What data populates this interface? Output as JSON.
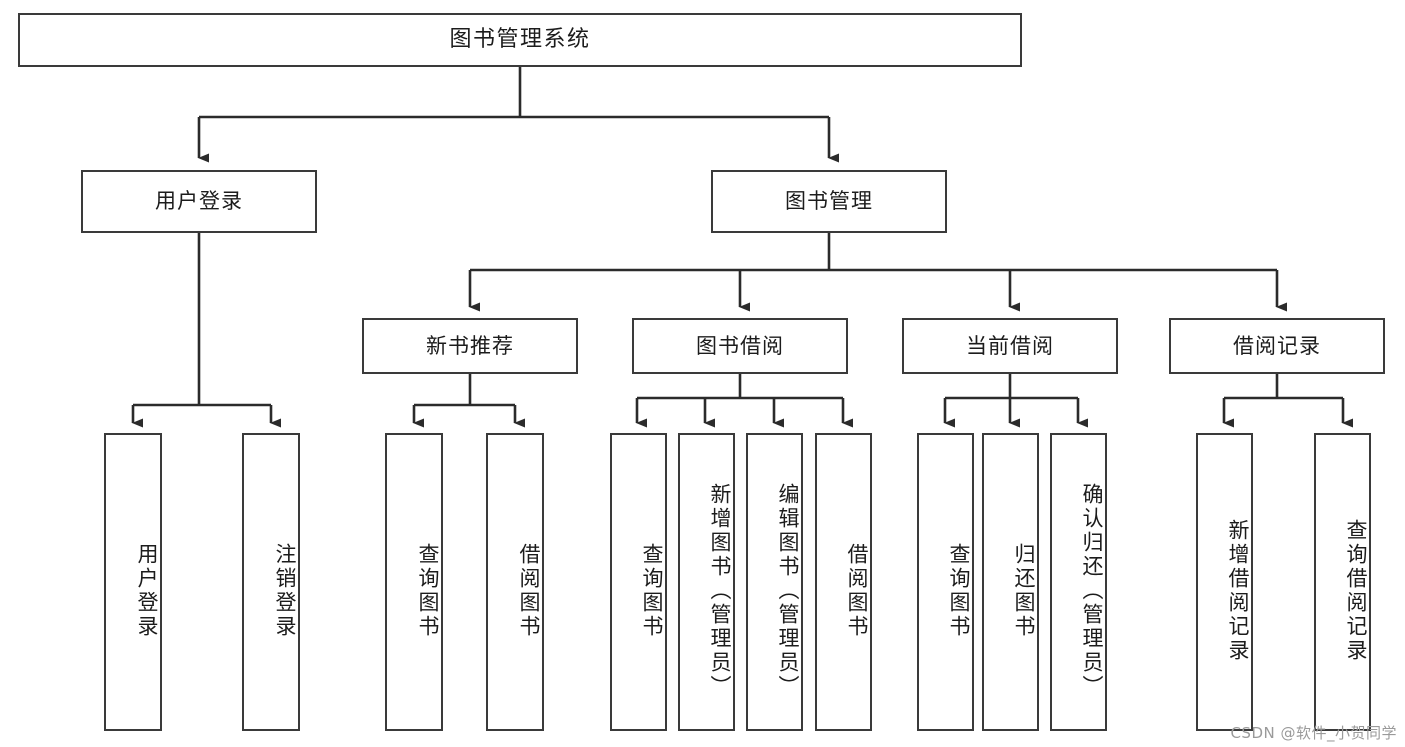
{
  "diagram": {
    "title": "图书管理系统",
    "type": "tree",
    "watermark": "CSDN @软件_小贺同学",
    "colors": {
      "box_border": "#3a3a3a",
      "box_fill": "#ffffff",
      "connector": "#2b2b2b",
      "text": "#1c1c1c",
      "watermark": "#9a9a9a"
    },
    "root": {
      "label": "图书管理系统"
    },
    "level1": [
      {
        "label": "用户登录"
      },
      {
        "label": "图书管理"
      }
    ],
    "level2": [
      {
        "label": "新书推荐"
      },
      {
        "label": "图书借阅"
      },
      {
        "label": "当前借阅"
      },
      {
        "label": "借阅记录"
      }
    ],
    "leaves": {
      "user_login": [
        {
          "label": "用户登录"
        },
        {
          "label": "注销登录"
        }
      ],
      "new_book": [
        {
          "label": "查询图书"
        },
        {
          "label": "借阅图书"
        }
      ],
      "book_borrow": [
        {
          "label": "查询图书"
        },
        {
          "label": "新增图书（管理员）"
        },
        {
          "label": "编辑图书（管理员）"
        },
        {
          "label": "借阅图书"
        }
      ],
      "current_borrow": [
        {
          "label": "查询图书"
        },
        {
          "label": "归还图书"
        },
        {
          "label": "确认归还（管理员）"
        }
      ],
      "borrow_record": [
        {
          "label": "新增借阅记录"
        },
        {
          "label": "查询借阅记录"
        }
      ]
    }
  }
}
